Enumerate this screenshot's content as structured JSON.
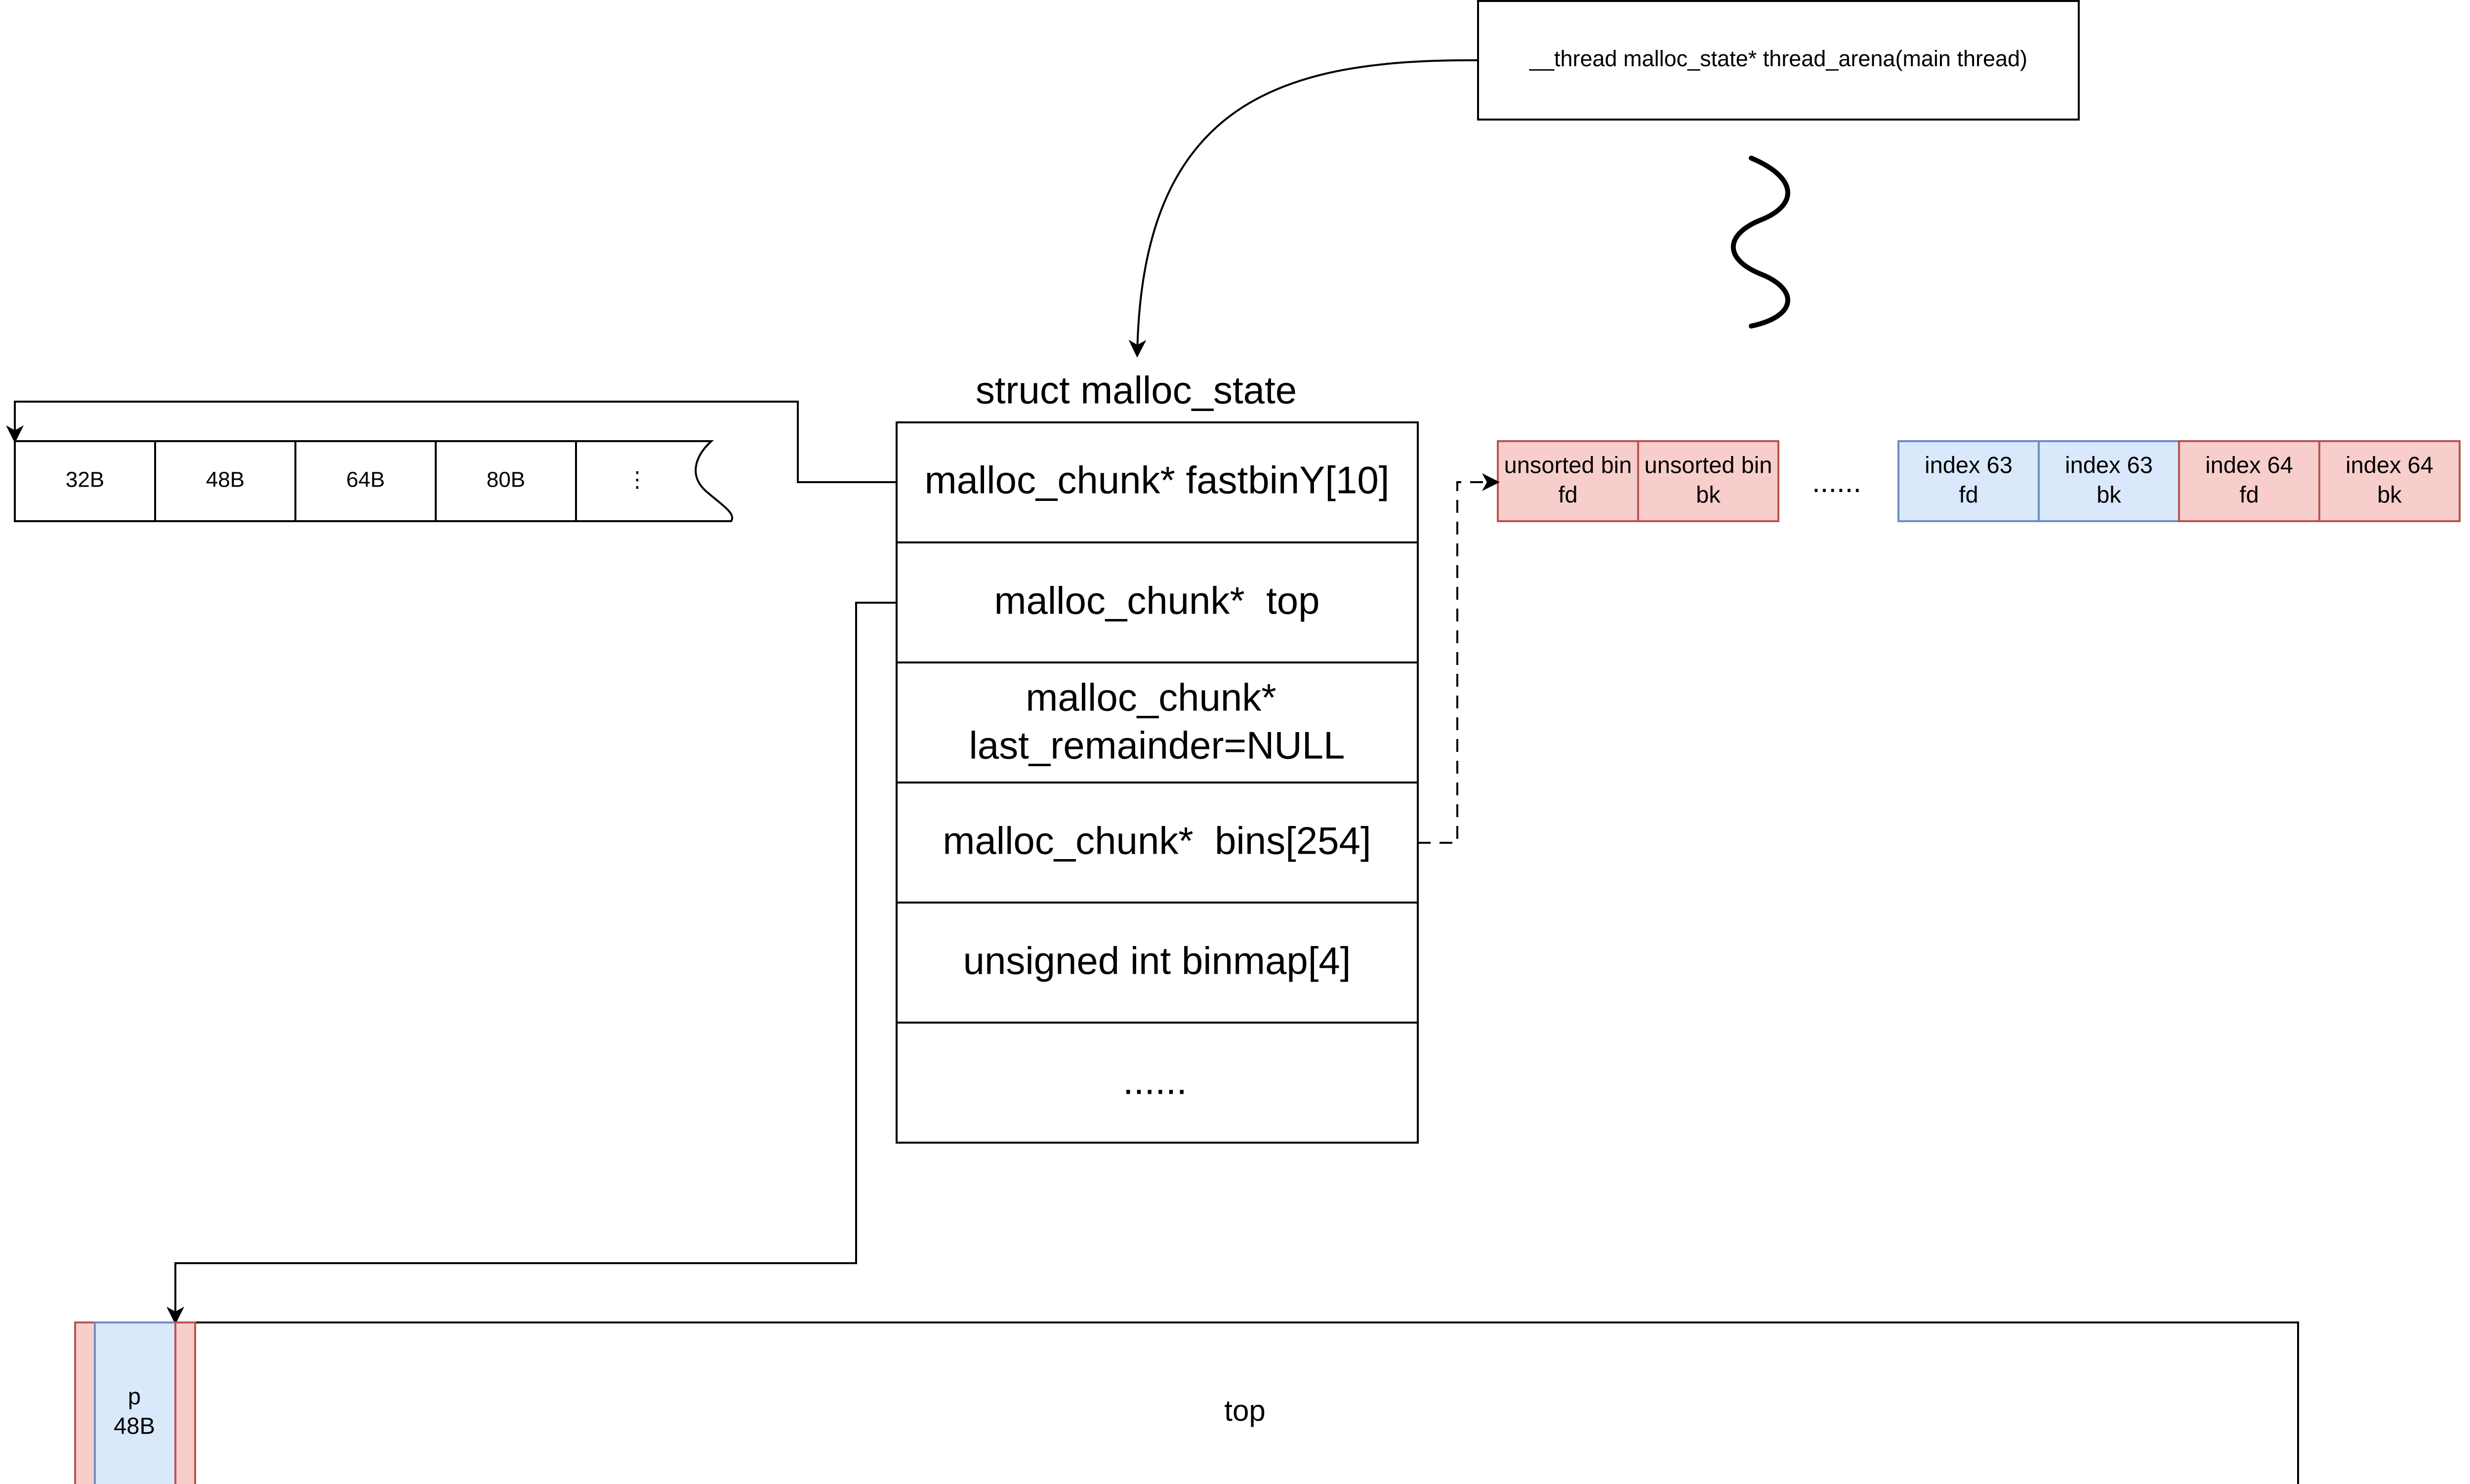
{
  "thread_box": {
    "label": "__thread malloc_state* thread_arena(main thread)"
  },
  "struct": {
    "title": "struct malloc_state",
    "fields": [
      {
        "lines": [
          "malloc_chunk* fastbinY[10]"
        ]
      },
      {
        "lines": [
          "malloc_chunk*  top"
        ]
      },
      {
        "lines": [
          "malloc_chunk*",
          "last_remainder=NULL"
        ]
      },
      {
        "lines": [
          "malloc_chunk*  bins[254]"
        ]
      },
      {
        "lines": [
          "unsigned int binmap[4]"
        ]
      },
      {
        "lines": [
          "......"
        ]
      }
    ]
  },
  "fastbins": [
    "32B",
    "48B",
    "64B",
    "80B",
    "⋮"
  ],
  "bins": {
    "cells": [
      {
        "line1": "unsorted bin",
        "line2": "fd",
        "color": "#f8cecc"
      },
      {
        "line1": "unsorted bin",
        "line2": "bk",
        "color": "#f8cecc"
      },
      {
        "line1": "index 63",
        "line2": "fd",
        "color": "#dae8fc"
      },
      {
        "line1": "index 63",
        "line2": "bk",
        "color": "#dae8fc"
      },
      {
        "line1": "index 64",
        "line2": "fd",
        "color": "#f8cecc"
      },
      {
        "line1": "index 64",
        "line2": "bk",
        "color": "#f8cecc"
      }
    ],
    "ellipsis_mid": "......",
    "ellipsis_end": "......"
  },
  "heap": {
    "chunk_label": "p",
    "chunk_size": "48B",
    "top_label": "top"
  },
  "colors": {
    "red_fill": "#f8cecc",
    "red_stroke": "#b85450",
    "blue_fill": "#dae8fc",
    "blue_stroke": "#6c8ebf"
  }
}
